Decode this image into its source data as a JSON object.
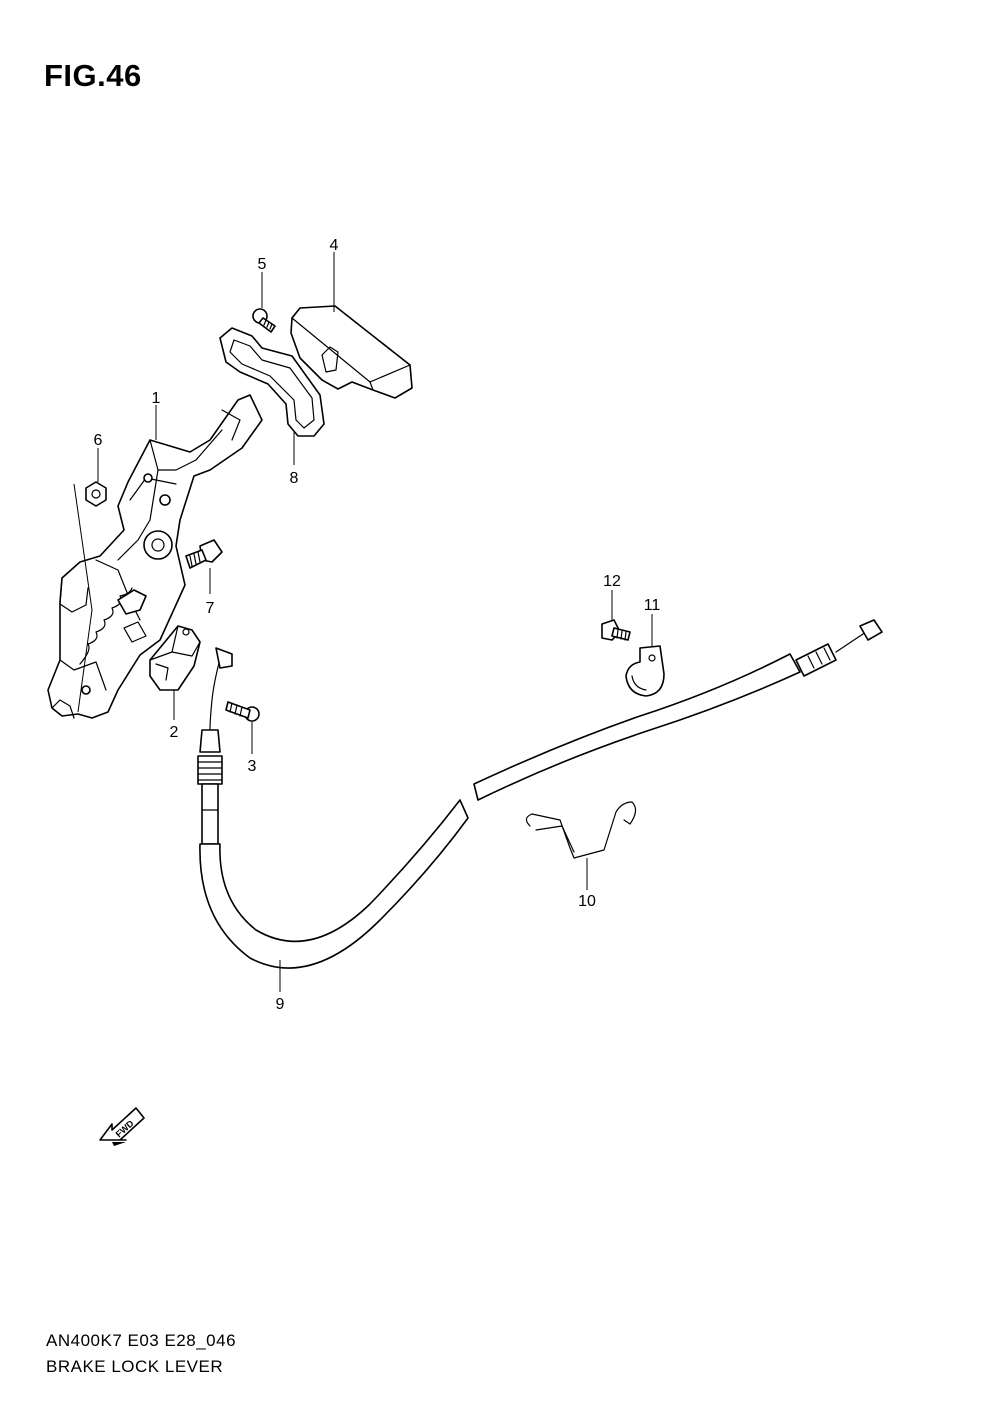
{
  "figure": {
    "title": "FIG.46"
  },
  "footer": {
    "model_code": "AN400K7 E03 E28_046",
    "caption": "BRAKE LOCK LEVER"
  },
  "callouts": {
    "c1": "1",
    "c2": "2",
    "c3": "3",
    "c4": "4",
    "c5": "5",
    "c6": "6",
    "c7": "7",
    "c8": "8",
    "c9": "9",
    "c10": "10",
    "c11": "11",
    "c12": "12"
  },
  "fwd_arrow": {
    "label": "FWD"
  }
}
